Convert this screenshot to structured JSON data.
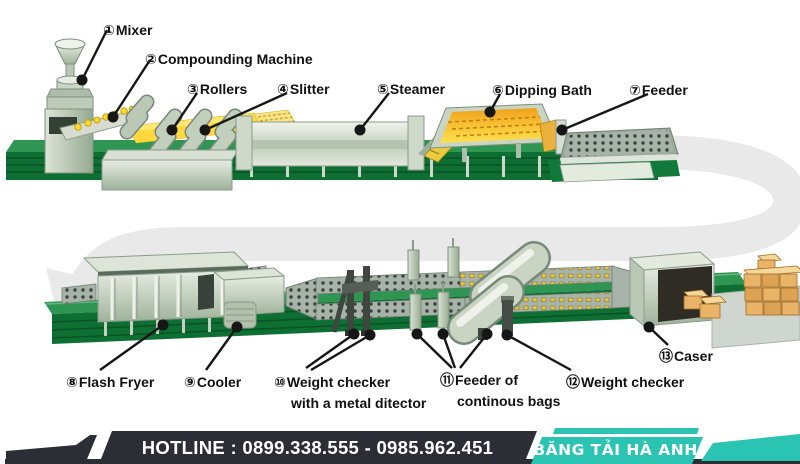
{
  "labels": {
    "l1": {
      "num": "①",
      "text": "Mixer"
    },
    "l2": {
      "num": "②",
      "text": "Compounding Machine"
    },
    "l3": {
      "num": "③",
      "text": "Rollers"
    },
    "l4": {
      "num": "④",
      "text": "Slitter"
    },
    "l5": {
      "num": "⑤",
      "text": "Steamer"
    },
    "l6": {
      "num": "⑥",
      "text": "Dipping Bath"
    },
    "l7": {
      "num": "⑦",
      "text": "Feeder"
    },
    "l8": {
      "num": "⑧",
      "text": "Flash Fryer"
    },
    "l9": {
      "num": "⑨",
      "text": "Cooler"
    },
    "l10": {
      "num": "⑩",
      "text": "Weight checker",
      "text2": "with a metal ditector"
    },
    "l11": {
      "num": "⑪",
      "text": "Feeder of",
      "text2": "continous bags"
    },
    "l12": {
      "num": "⑫",
      "text": "Weight checker"
    },
    "l13": {
      "num": "⑬",
      "text": "Caser"
    }
  },
  "footer": {
    "hotline": "HOTLINE : 0899.338.555 - 0985.962.451",
    "brand": "BĂNG TẢI HÀ ANH"
  },
  "colors": {
    "banner_dark": "#2b2e35",
    "accent_teal": "#2bc4b3",
    "belt_green": "#0e6f33",
    "belt_green_top": "#2f9553",
    "machine_green": "#c7d3c1",
    "dough_yellow": "#ffd83c",
    "box_tan": "#e9b468",
    "arrow_gray": "#e9e9e9",
    "label_text": "#111111"
  }
}
